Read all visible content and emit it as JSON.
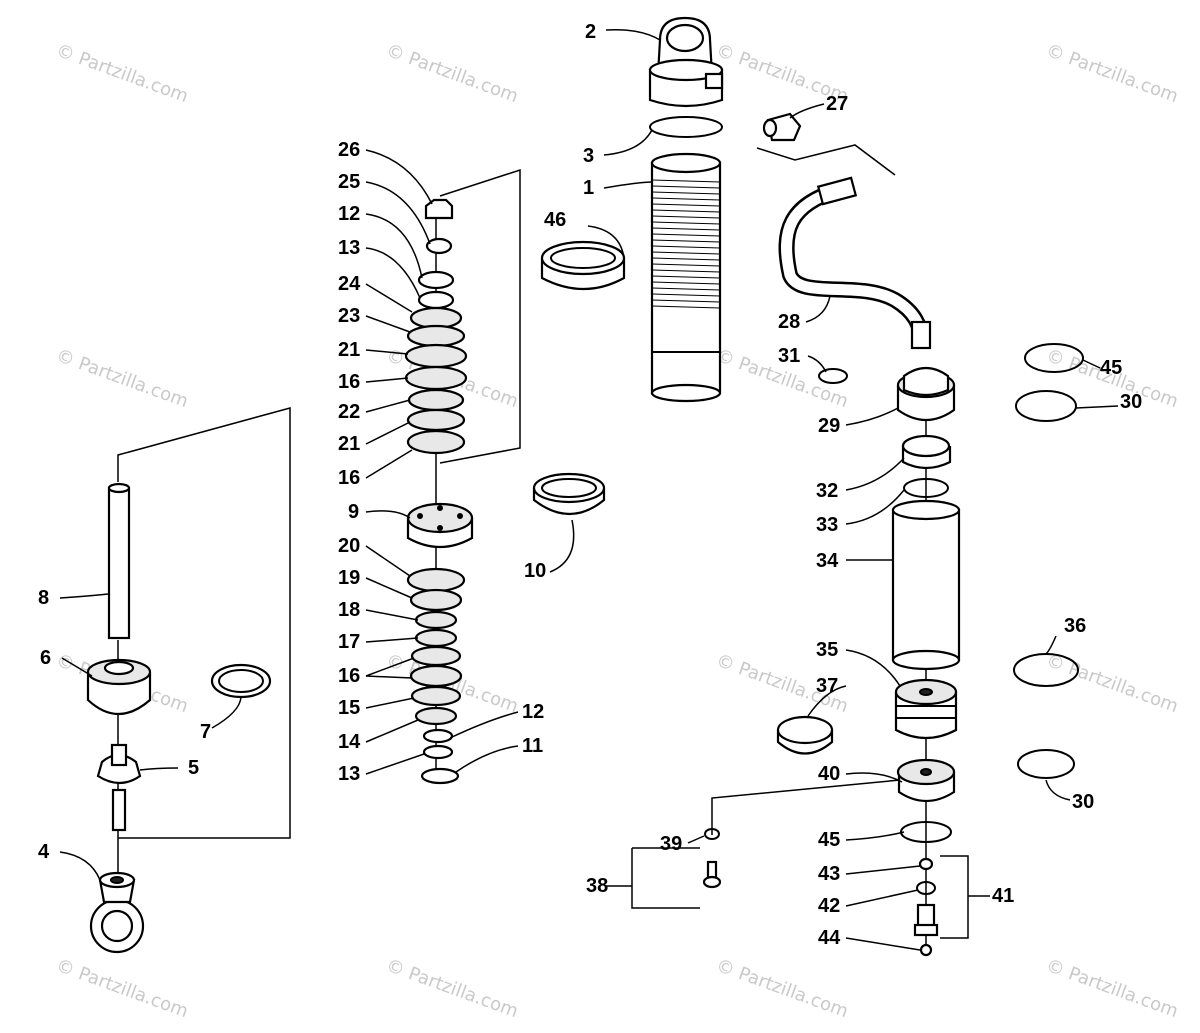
{
  "watermark": {
    "text": "© Partzilla.com",
    "color": "#c9c9c9"
  },
  "callouts": {
    "p1": "1",
    "p2": "2",
    "p3": "3",
    "p4": "4",
    "p5": "5",
    "p6": "6",
    "p7": "7",
    "p8": "8",
    "p9": "9",
    "p10": "10",
    "p11": "11",
    "p12a": "12",
    "p12b": "12",
    "p13a": "13",
    "p13b": "13",
    "p14": "14",
    "p15": "15",
    "p16a": "16",
    "p16b": "16",
    "p16c": "16",
    "p17": "17",
    "p18": "18",
    "p19": "19",
    "p20": "20",
    "p21a": "21",
    "p21b": "21",
    "p22": "22",
    "p23": "23",
    "p24": "24",
    "p25": "25",
    "p26": "26",
    "p27": "27",
    "p28": "28",
    "p29": "29",
    "p30a": "30",
    "p30b": "30",
    "p31": "31",
    "p32": "32",
    "p33": "33",
    "p34": "34",
    "p35": "35",
    "p36": "36",
    "p37": "37",
    "p38": "38",
    "p39": "39",
    "p40": "40",
    "p41": "41",
    "p42": "42",
    "p43": "43",
    "p44": "44",
    "p45a": "45",
    "p45b": "45",
    "p46": "46"
  }
}
